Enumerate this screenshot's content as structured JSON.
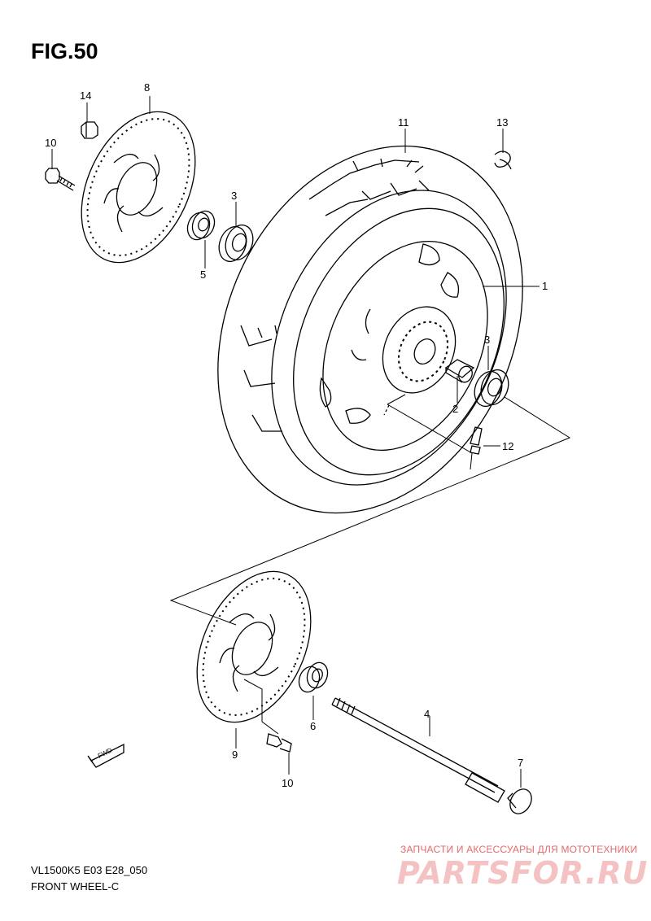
{
  "figure": {
    "title": "FIG.50",
    "model_line": "VL1500K5 E03 E28_050",
    "section": "FRONT WHEEL-C",
    "fwd_label": "FWD"
  },
  "callouts": {
    "p1": "1",
    "p2": "2",
    "p3a": "3",
    "p3b": "3",
    "p4": "4",
    "p5": "5",
    "p6": "6",
    "p7": "7",
    "p8": "8",
    "p9": "9",
    "p10a": "10",
    "p10b": "10",
    "p11": "11",
    "p12": "12",
    "p13": "13",
    "p14": "14"
  },
  "watermark": {
    "tagline": "ЗАПЧАСТИ И АКСЕССУАРЫ ДЛЯ МОТОТЕХНИКИ",
    "logo": "PARTSFOR.RU",
    "logo_color": "#f4c2c2",
    "tagline_color": "#e36a6a"
  }
}
